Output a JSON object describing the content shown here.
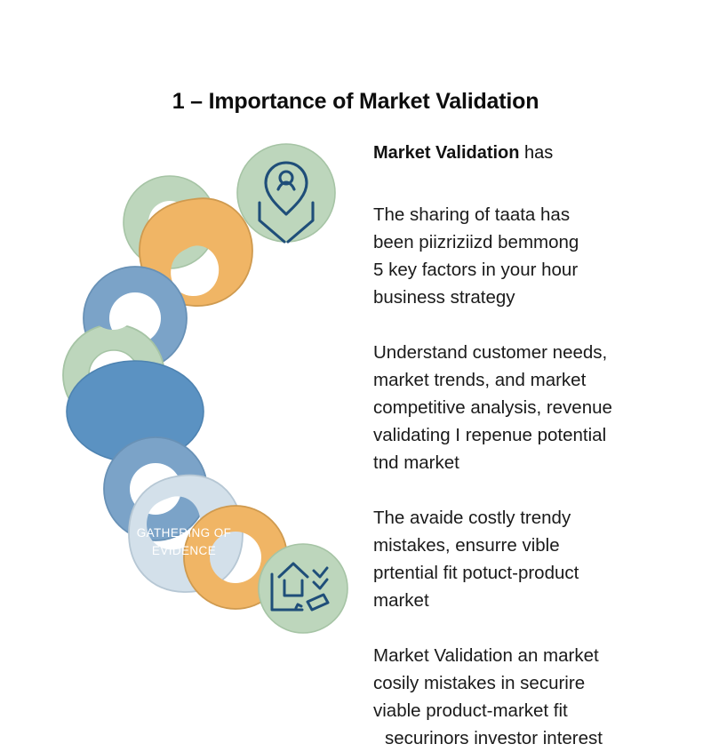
{
  "slide": {
    "background_color": "#ffffff",
    "title": "1 – Importance of Market Validation"
  },
  "lead": {
    "bold_text": "Market Validation",
    "rest_text": " has"
  },
  "paragraphs": [
    {
      "name": "paragraph-1",
      "lines": [
        "The sharing of taata has",
        "been piizriziizd bemmong",
        "5 key factors in your hour",
        "business strategy"
      ]
    },
    {
      "name": "paragraph-2",
      "lines": [
        "Understand customer needs,",
        "market trends, and market",
        "competitive analysis, revenue",
        "validating I repenue potential",
        "tnd market"
      ]
    },
    {
      "name": "paragraph-3",
      "lines": [
        "The avaide costly trendy",
        "mistakes, ensurre vible",
        "prtential fit potuct-product",
        "market"
      ]
    },
    {
      "name": "paragraph-4",
      "lines": [
        "Market Validation an market",
        "cosily mistakes in securire",
        "viable product-market fit",
        "securinors investor interest"
      ]
    }
  ],
  "graphic": {
    "name": "chain-of-rings-diagram",
    "center_label": {
      "line1": "GATHERING OF",
      "line2": "EVIDENCE",
      "text_color": "#ffffff",
      "fill": "#5b92c2"
    },
    "colors": {
      "orange": "#f0b565",
      "orange_stroke": "#cf9a4f",
      "blue": "#7ba3c8",
      "blue_stroke": "#6891b6",
      "sage": "#bdd6bc",
      "sage_stroke": "#a6c4a5",
      "pale_blue": "#d3e0ea",
      "pale_blue_stroke": "#b6c7d4",
      "ellipse_blue": "#5b92c2",
      "ellipse_stroke": "#4e83b1",
      "icon_navy": "#1f4e79",
      "ring_hole": "#ffffff"
    },
    "nodes": [
      {
        "name": "node-top-icon-circle",
        "shape": "circle",
        "fill": "sage",
        "icon": "location-pin-person-icon"
      },
      {
        "name": "node-sage-ring-upper",
        "shape": "ring",
        "fill": "sage"
      },
      {
        "name": "node-orange-ring-upper",
        "shape": "ring",
        "fill": "orange"
      },
      {
        "name": "node-blue-ring-upper",
        "shape": "ring",
        "fill": "blue"
      },
      {
        "name": "node-sage-ring-mid",
        "shape": "ring",
        "fill": "sage"
      },
      {
        "name": "node-evidence-ellipse",
        "shape": "ellipse",
        "fill": "ellipse_blue"
      },
      {
        "name": "node-blue-ring-lower",
        "shape": "ring",
        "fill": "blue"
      },
      {
        "name": "node-pale-ring-lower",
        "shape": "ring",
        "fill": "pale_blue"
      },
      {
        "name": "node-orange-ring-lower",
        "shape": "ring",
        "fill": "orange"
      },
      {
        "name": "node-bottom-icon-circle",
        "shape": "circle",
        "fill": "sage",
        "icon": "house-checklist-icon"
      }
    ]
  }
}
